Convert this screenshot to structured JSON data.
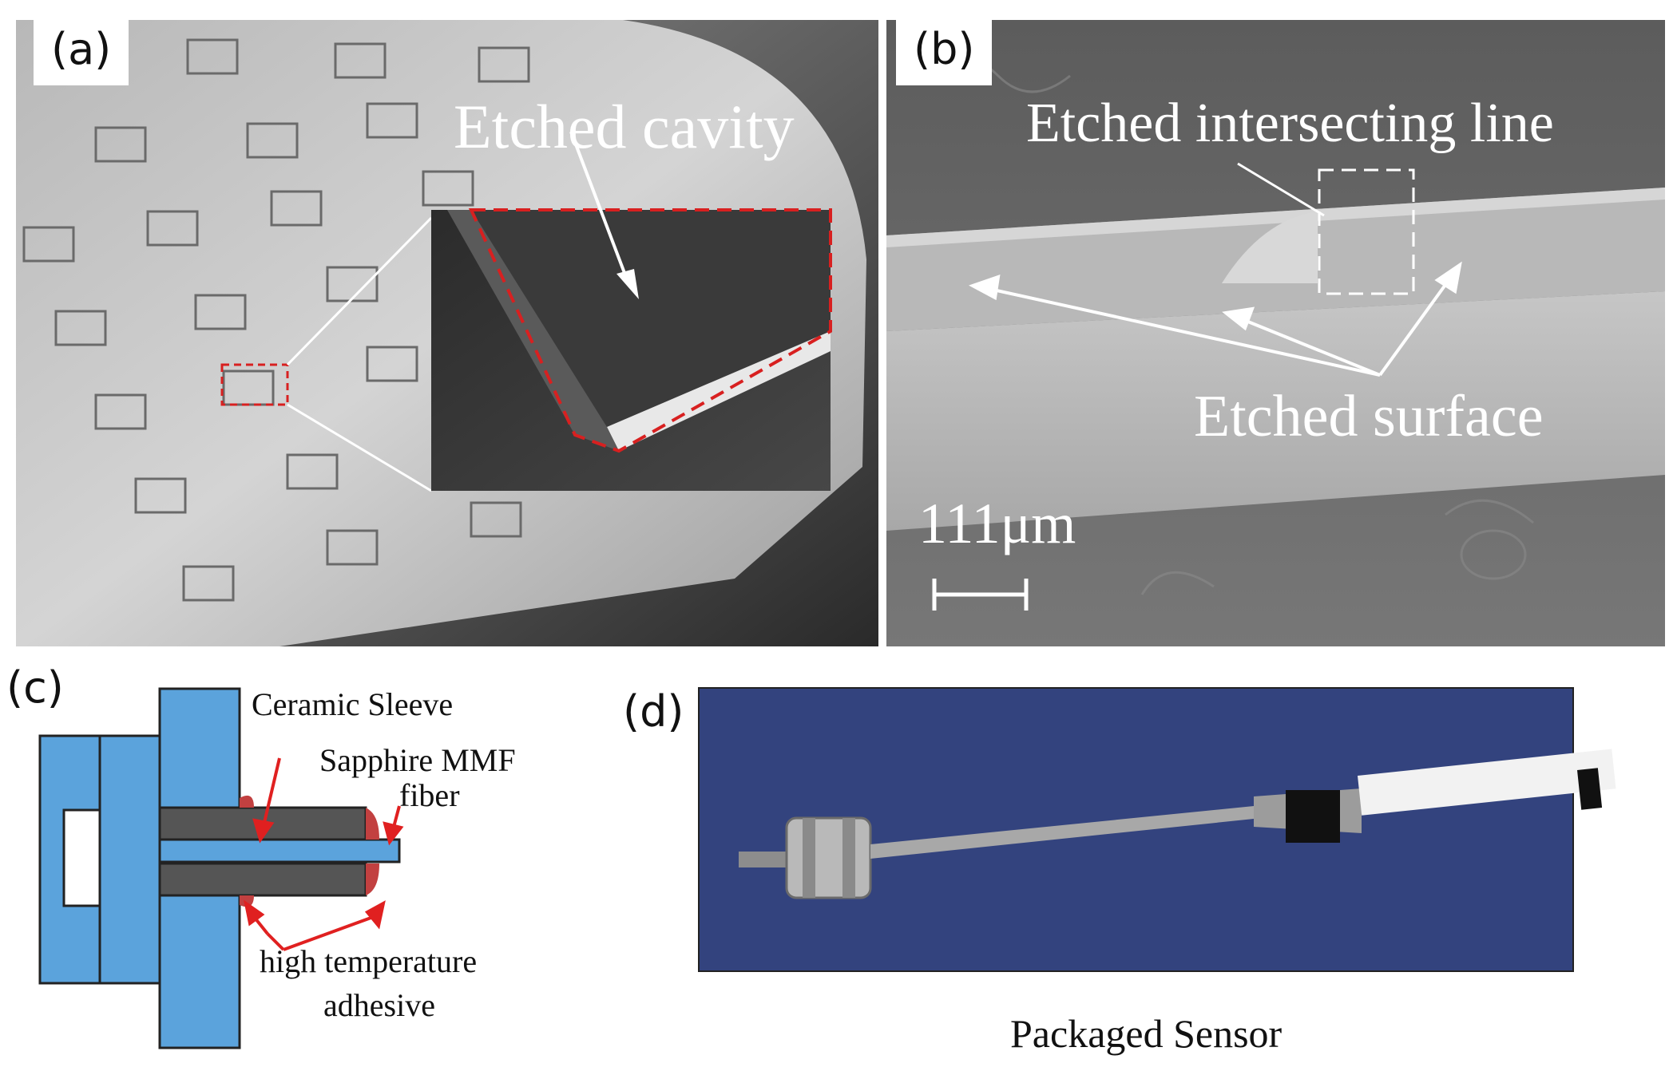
{
  "panels": {
    "a": {
      "label": "(a)",
      "annotation": "Etched cavity"
    },
    "b": {
      "label": "(b)",
      "annotation_top": "Etched intersecting line",
      "annotation_bottom": "Etched surface",
      "scale_bar": "111μm"
    },
    "c": {
      "label": "(c)",
      "labels": {
        "sleeve": "Ceramic Sleeve",
        "fiber_line1": "Sapphire MMF",
        "fiber_line2": "fiber",
        "adhesive_line1": "high temperature",
        "adhesive_line2": "adhesive"
      }
    },
    "d": {
      "label": "(d)",
      "caption": "Packaged Sensor"
    }
  },
  "colors": {
    "part_blue": "#5ba3dc",
    "fiber_gray": "#555555",
    "arrow_red": "#e02020",
    "photo_blue": "#33437e",
    "sem_gray": "#6e6e6e"
  }
}
